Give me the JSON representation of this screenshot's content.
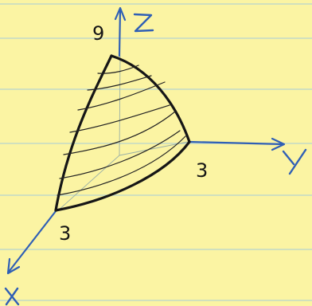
{
  "diagram": {
    "axes": {
      "z": {
        "letter": "Z",
        "intercept_label": "9"
      },
      "y": {
        "letter": "Y",
        "intercept_label": "3"
      },
      "x": {
        "letter": "X",
        "intercept_label": "3"
      }
    },
    "colors": {
      "paper": "#fbf4a3",
      "rule": "#b7d3cf",
      "axis_ink": "#2f5fb5",
      "surface_ink": "#161616"
    }
  }
}
